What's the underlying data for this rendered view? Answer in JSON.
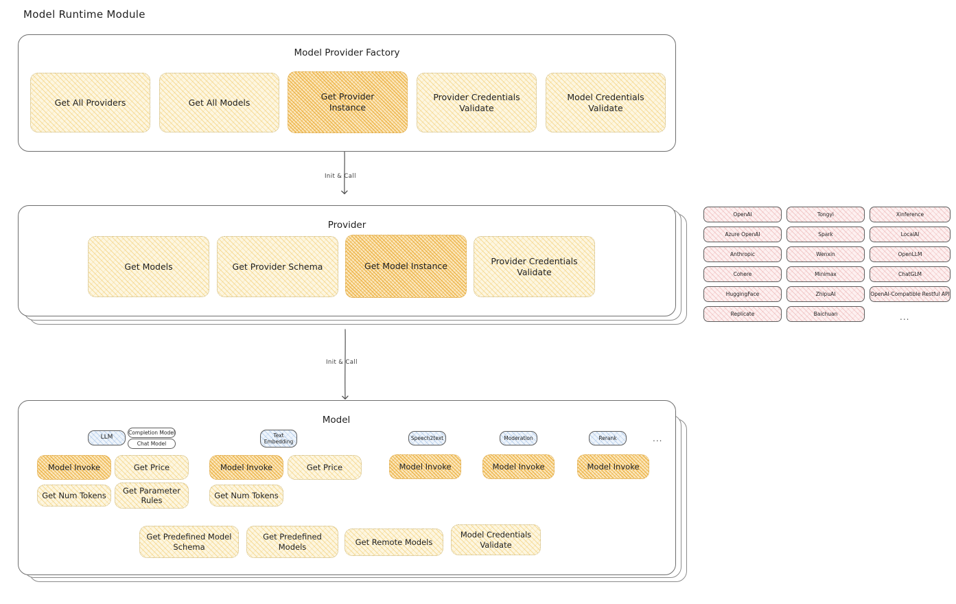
{
  "page": {
    "title": "Model Runtime Module",
    "background": "#ffffff",
    "accent_yellow": "#fdf6e0",
    "accent_orange": "#fbe7bd",
    "accent_pink": "#fdf0f0",
    "accent_blue": "#eef4fb",
    "stroke": "#6d6d6d"
  },
  "factory": {
    "title": "Model Provider Factory",
    "items": [
      {
        "label": "Get All Providers",
        "highlight": false
      },
      {
        "label": "Get All Models",
        "highlight": false
      },
      {
        "label": "Get Provider\nInstance",
        "highlight": true
      },
      {
        "label": "Provider Credentials\nValidate",
        "highlight": false
      },
      {
        "label": "Model Credentials\nValidate",
        "highlight": false
      }
    ]
  },
  "edges": [
    {
      "label": "Init & Call",
      "from": "factory",
      "to": "provider"
    },
    {
      "label": "Init & Call",
      "from": "provider",
      "to": "model"
    }
  ],
  "provider": {
    "title": "Provider",
    "items": [
      {
        "label": "Get Models",
        "highlight": false
      },
      {
        "label": "Get Provider Schema",
        "highlight": false
      },
      {
        "label": "Get Model Instance",
        "highlight": true
      },
      {
        "label": "Provider Credentials\nValidate",
        "highlight": false
      }
    ]
  },
  "provider_list": {
    "columns": [
      [
        "OpenAI",
        "Azure OpenAI",
        "Anthropic",
        "Cohere",
        "HuggingFace",
        "Replicate"
      ],
      [
        "Tongyi",
        "Spark",
        "Wenxin",
        "Minimax",
        "ZhipuAI",
        "Baichuan"
      ],
      [
        "Xinference",
        "LocalAI",
        "OpenLLM",
        "ChatGLM",
        "OpenAI-Compatible Restful API"
      ]
    ],
    "more": "..."
  },
  "model": {
    "title": "Model",
    "more": "...",
    "types": [
      {
        "badge": "LLM",
        "sub_badges": [
          "Completion Model",
          "Chat Model"
        ],
        "methods_row1": [
          {
            "label": "Model Invoke",
            "highlight": true
          },
          {
            "label": "Get Price",
            "highlight": false
          }
        ],
        "methods_row2": [
          {
            "label": "Get Num Tokens",
            "highlight": false
          },
          {
            "label": "Get Parameter\nRules",
            "highlight": false
          }
        ]
      },
      {
        "badge": "Text\nEmbedding",
        "sub_badges": [],
        "methods_row1": [
          {
            "label": "Model Invoke",
            "highlight": true
          },
          {
            "label": "Get Price",
            "highlight": false
          }
        ],
        "methods_row2": [
          {
            "label": "Get Num Tokens",
            "highlight": false
          }
        ]
      },
      {
        "badge": "Speech2text",
        "sub_badges": [],
        "methods_row1": [
          {
            "label": "Model Invoke",
            "highlight": true
          }
        ],
        "methods_row2": []
      },
      {
        "badge": "Moderation",
        "sub_badges": [],
        "methods_row1": [
          {
            "label": "Model Invoke",
            "highlight": true
          }
        ],
        "methods_row2": []
      },
      {
        "badge": "Rerank",
        "sub_badges": [],
        "methods_row1": [
          {
            "label": "Model Invoke",
            "highlight": true
          }
        ],
        "methods_row2": []
      }
    ],
    "common_methods": [
      {
        "label": "Get Predefined Model\nSchema",
        "highlight": false
      },
      {
        "label": "Get Predefined\nModels",
        "highlight": false
      },
      {
        "label": "Get Remote Models",
        "highlight": false
      },
      {
        "label": "Model Credentials\nValidate",
        "highlight": false
      }
    ]
  }
}
